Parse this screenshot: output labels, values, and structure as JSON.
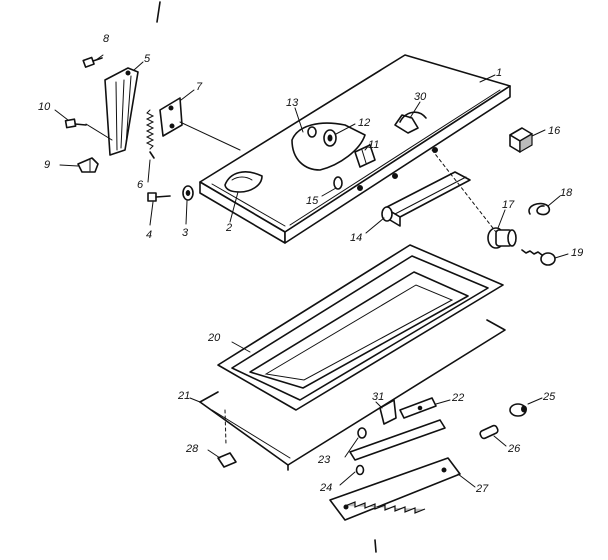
{
  "callouts": {
    "p1": "1",
    "p2": "2",
    "p3": "3",
    "p4": "4",
    "p5": "5",
    "p6": "6",
    "p7": "7",
    "p8": "8",
    "p9": "9",
    "p10": "10",
    "p11": "11",
    "p12": "12",
    "p13": "13",
    "p14": "14",
    "p15": "15",
    "p16": "16",
    "p17": "17",
    "p18": "18",
    "p19": "19",
    "p20": "20",
    "p21": "21",
    "p22": "22",
    "p23": "23",
    "p24": "24",
    "p25": "25",
    "p26": "26",
    "p27": "27",
    "p28": "28",
    "p30": "30",
    "p31": "31"
  }
}
